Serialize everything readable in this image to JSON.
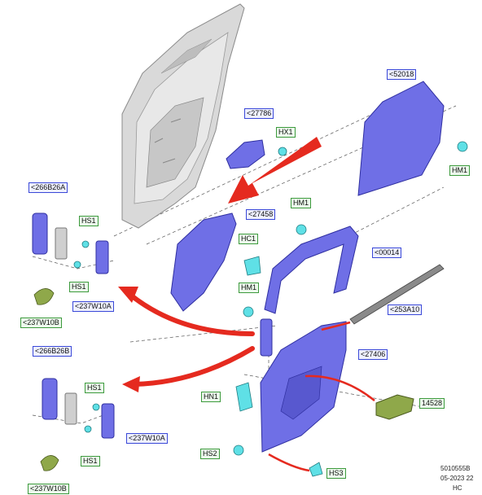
{
  "callouts": {
    "c_52018": "<52018",
    "c_27786": "<27786",
    "c_hx1": "HX1",
    "c_hm1_top": "HM1",
    "c_266b26a": "<266B26A",
    "c_hs1_a": "HS1",
    "c_hs1_b": "HS1",
    "c_27458": "<27458",
    "c_hm1_mid": "HM1",
    "c_00014": "<00014",
    "c_hc1": "HC1",
    "c_237w10a_a": "<237W10A",
    "c_237w10b_a": "<237W10B",
    "c_hm1_low": "HM1",
    "c_253a10": "<253A10",
    "c_266b26b": "<266B26B",
    "c_27406": "<27406",
    "c_hs1_c": "HS1",
    "c_hn1": "HN1",
    "c_14528": "14528",
    "c_hs1_d": "HS1",
    "c_237w10a_b": "<237W10A",
    "c_hs2": "HS2",
    "c_hs3": "HS3",
    "c_237w10b_b": "<237W10B"
  },
  "footer": {
    "code": "5010555B",
    "date": "05-2023 22",
    "initials": "HC"
  },
  "colors": {
    "part_blue": "#6f6fe6",
    "part_blue_dark": "#3b3bb8",
    "clip_teal": "#5fe0e6",
    "switch_green": "#8fa84a",
    "arrow_red": "#e52a1f",
    "body_gray": "#d2d2d2",
    "label_blue_border": "#3a48d8",
    "label_green_border": "#3c9a3c"
  }
}
